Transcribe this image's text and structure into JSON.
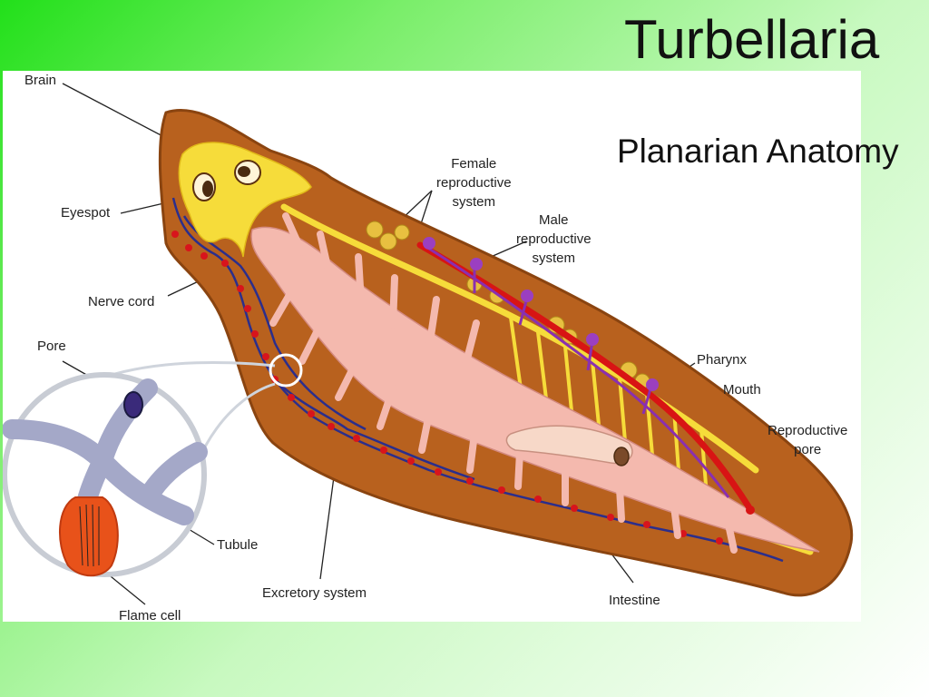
{
  "header": {
    "title": "Turbellaria",
    "subtitle": "Planarian Anatomy"
  },
  "labels": {
    "brain": "Brain",
    "eyespot": "Eyespot",
    "nerve_cord": "Nerve cord",
    "pore": "Pore",
    "female_reproductive_system": [
      "Female",
      "reproductive",
      "system"
    ],
    "male_reproductive_system": [
      "Male",
      "reproductive",
      "system"
    ],
    "pharynx": "Pharynx",
    "mouth": "Mouth",
    "reproductive_pore": [
      "Reproductive",
      "pore"
    ],
    "tubule": "Tubule",
    "excretory_system": "Excretory system",
    "intestine": "Intestine",
    "flame_cell": "Flame cell"
  },
  "colors": {
    "body": "#b8611e",
    "body_edge": "#8a4410",
    "nervous_system": "#f6dc3a",
    "intestine": "#f4b9ae",
    "female_system": "#d81414",
    "male_system": "#8a2fb0",
    "excretory_tubes": "#2b2e8c",
    "flame_bulbs": "#d8141c",
    "background_green": "#22e01a"
  }
}
